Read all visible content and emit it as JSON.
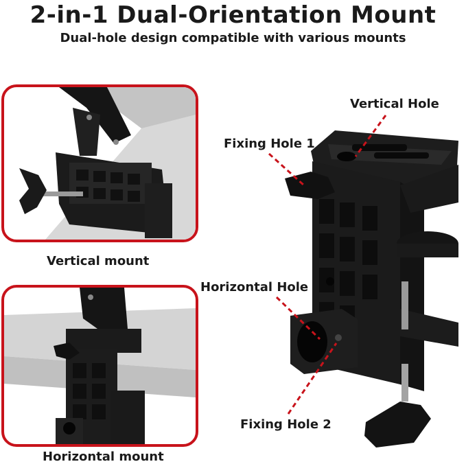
{
  "title": "2-in-1 Dual-Orientation Mount",
  "subtitle": "Dual-hole design compatible with various mounts",
  "captions": {
    "vertical": "Vertical mount",
    "horizontal": "Horizontal mount"
  },
  "labels": {
    "vertical_hole": "Vertical Hole",
    "fixing_hole_1": "Fixing Hole 1",
    "horizontal_hole": "Horizontal Hole",
    "fixing_hole_2": "Fixing Hole 2"
  },
  "colors": {
    "accent": "#c8131b",
    "product": "#1b1b1b",
    "table": "#dcdcdc"
  }
}
